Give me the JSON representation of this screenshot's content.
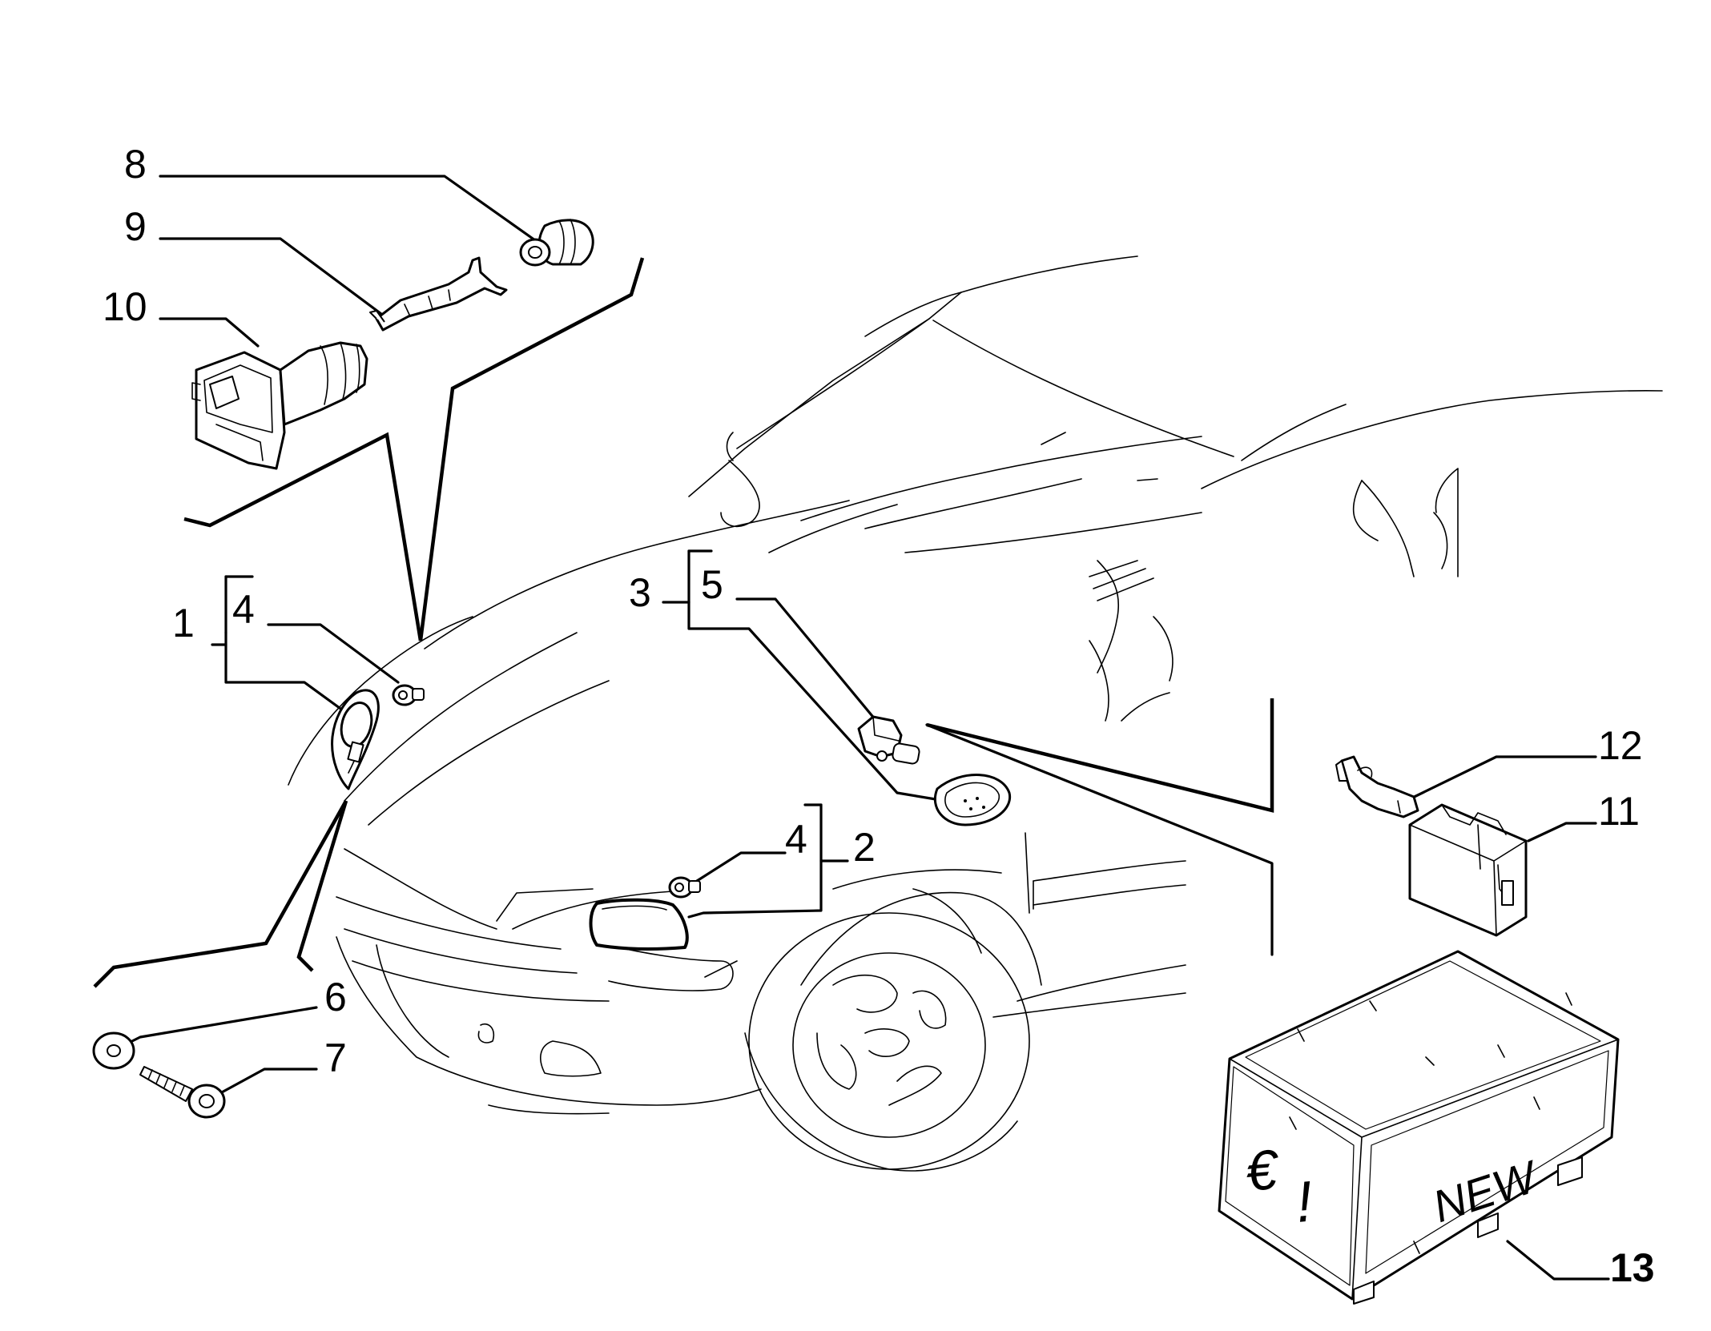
{
  "diagram": {
    "callouts": [
      {
        "id": "c8",
        "label": "8"
      },
      {
        "id": "c9",
        "label": "9"
      },
      {
        "id": "c10",
        "label": "10"
      },
      {
        "id": "c1",
        "label": "1"
      },
      {
        "id": "c4a",
        "label": "4"
      },
      {
        "id": "c3",
        "label": "3"
      },
      {
        "id": "c5",
        "label": "5"
      },
      {
        "id": "c4b",
        "label": "4"
      },
      {
        "id": "c2",
        "label": "2"
      },
      {
        "id": "c6",
        "label": "6"
      },
      {
        "id": "c7",
        "label": "7"
      },
      {
        "id": "c12",
        "label": "12"
      },
      {
        "id": "c11",
        "label": "11"
      },
      {
        "id": "c13",
        "label": "13"
      }
    ],
    "box_markings": {
      "currency": "€",
      "exclaim": "!",
      "new_text": "NEW"
    }
  }
}
